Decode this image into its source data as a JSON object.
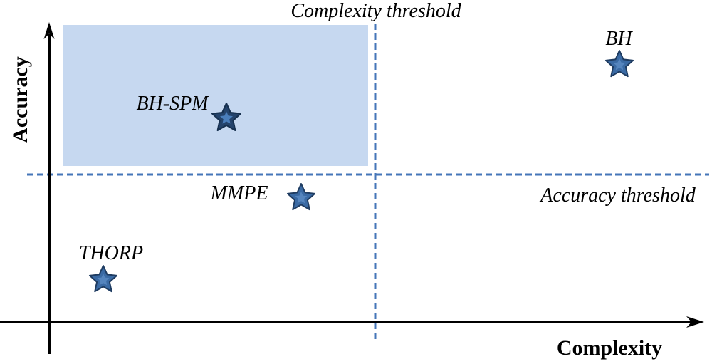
{
  "chart_data": {
    "type": "scatter",
    "title": "",
    "xlabel": "Complexity",
    "ylabel": "Accuracy",
    "axes_style": "qualitative, no tick labels, arrow axes",
    "xlim": [
      0,
      1
    ],
    "ylim": [
      0,
      1
    ],
    "grid": false,
    "points": [
      {
        "label": "THORP",
        "x": 0.08,
        "y": 0.14,
        "marker": "star",
        "style": "blue-star"
      },
      {
        "label": "MMPE",
        "x": 0.39,
        "y": 0.42,
        "marker": "star",
        "style": "blue-star"
      },
      {
        "label": "BH-SPM",
        "x": 0.27,
        "y": 0.69,
        "marker": "star",
        "style": "dark-blue-star"
      },
      {
        "label": "BH",
        "x": 0.87,
        "y": 0.87,
        "marker": "star",
        "style": "blue-star"
      }
    ],
    "thresholds": {
      "complexity": {
        "label": "Complexity threshold",
        "x": 0.5,
        "orientation": "vertical",
        "line_style": "dashed"
      },
      "accuracy": {
        "label": "Accuracy threshold",
        "y": 0.5,
        "orientation": "horizontal",
        "line_style": "dashed"
      }
    },
    "highlight_region": {
      "x_range": [
        0.02,
        0.49
      ],
      "y_range": [
        0.5,
        1.0
      ],
      "fill": "#c6d8f0"
    }
  },
  "colors": {
    "region_fill": "#c6d8f0",
    "dashed_line": "#4576b8",
    "axis_color": "#000000",
    "star_fill": "#3a6aa4",
    "star_border": "#1f3c61",
    "star_inner": "#5585be",
    "dark_star_fill": "#24436b",
    "dark_star_border": "#16304f",
    "dark_star_inner": "#4a7ebb"
  }
}
